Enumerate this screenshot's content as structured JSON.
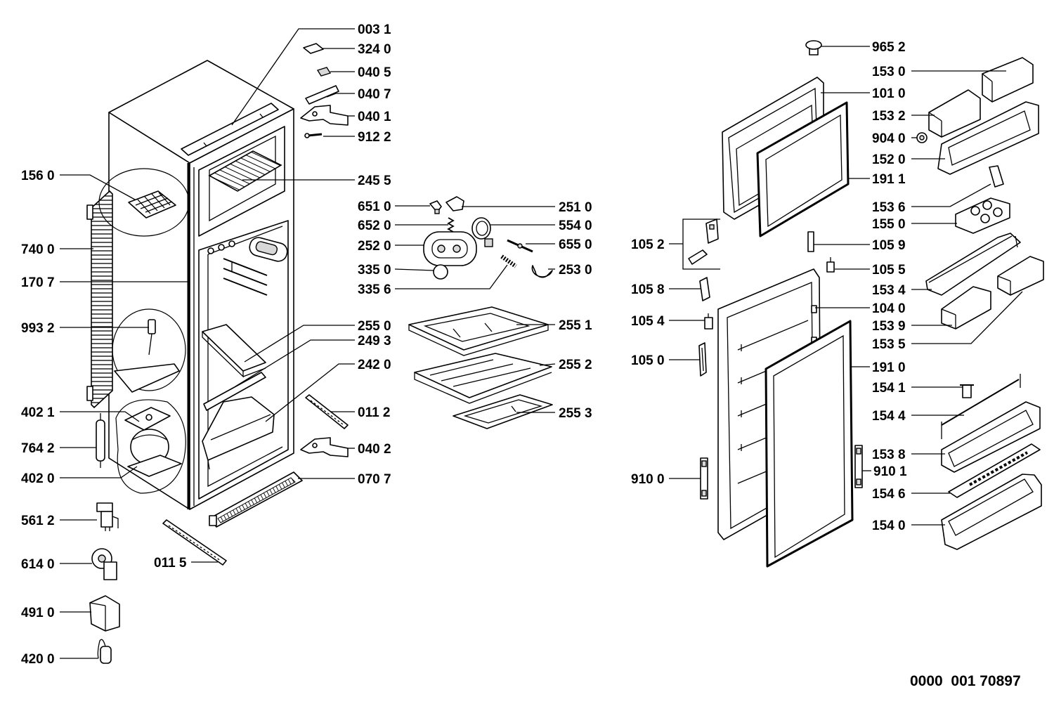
{
  "callouts": {
    "left_column": [
      "156 0",
      "740 0",
      "170 7",
      "993 2",
      "402 1",
      "764 2",
      "402 0",
      "561 2",
      "614 0",
      "491 0",
      "420 0"
    ],
    "center_column": [
      "003 1",
      "324 0",
      "040 5",
      "040 7",
      "040 1",
      "912 2",
      "245 5",
      "651 0",
      "652 0",
      "252 0",
      "335 0",
      "335 6",
      "255 0",
      "249 3",
      "242 0",
      "011 2",
      "040 2",
      "070 7",
      "011 5"
    ],
    "center_right_column": [
      "251 0",
      "554 0",
      "655 0",
      "253 0",
      "255 1",
      "255 2",
      "255 3"
    ],
    "door_left_column": [
      "105 2",
      "105 8",
      "105 4",
      "105 0",
      "910 0"
    ],
    "door_right_column": [
      "965 2",
      "153 0",
      "101 0",
      "153 2",
      "904 0",
      "152 0",
      "191 1",
      "153 6",
      "155 0",
      "105 9",
      "105 5",
      "153 4",
      "104 0",
      "153 9",
      "153 5",
      "191 0",
      "154 1",
      "154 4",
      "153 8",
      "910 1",
      "154 6",
      "154 0"
    ]
  },
  "document_number": "0000  001 70897"
}
